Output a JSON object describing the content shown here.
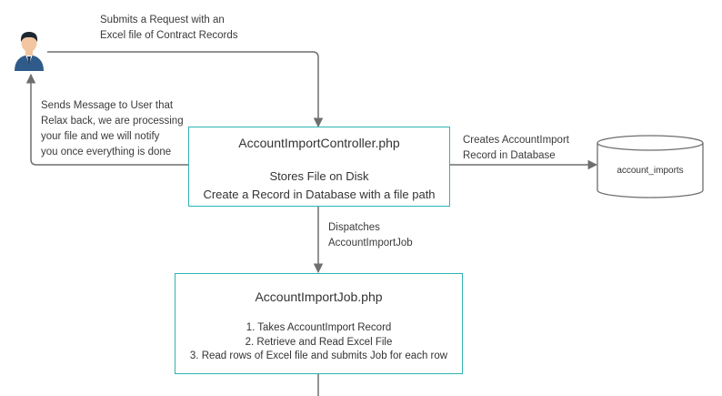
{
  "user": {
    "icon": "user-avatar-icon"
  },
  "edges": {
    "submit_request": [
      "Submits a Request with an",
      "Excel file of Contract Records"
    ],
    "user_message": [
      "Sends Message to User that",
      "Relax back, we are processing",
      "your file and we will notify",
      "you once everything is done"
    ],
    "create_record": [
      "Creates AccountImport",
      "Record in Database"
    ],
    "dispatch": [
      "Dispatches",
      "AccountImportJob"
    ]
  },
  "controller": {
    "title": "AccountImportController.php",
    "lines": [
      "Stores File on Disk",
      "Create a Record in Database with a file path"
    ]
  },
  "job": {
    "title": "AccountImportJob.php",
    "lines": [
      "1. Takes AccountImport Record",
      "2. Retrieve and Read Excel File",
      "3. Read rows of Excel file and submits Job for each row"
    ]
  },
  "database": {
    "label": "account_imports"
  },
  "colors": {
    "box_border": "#2fb3b3",
    "line": "#6e6e6e",
    "user_shirt": "#2f5b8a",
    "user_hair": "#1d2730",
    "user_skin": "#f2c6a0"
  }
}
